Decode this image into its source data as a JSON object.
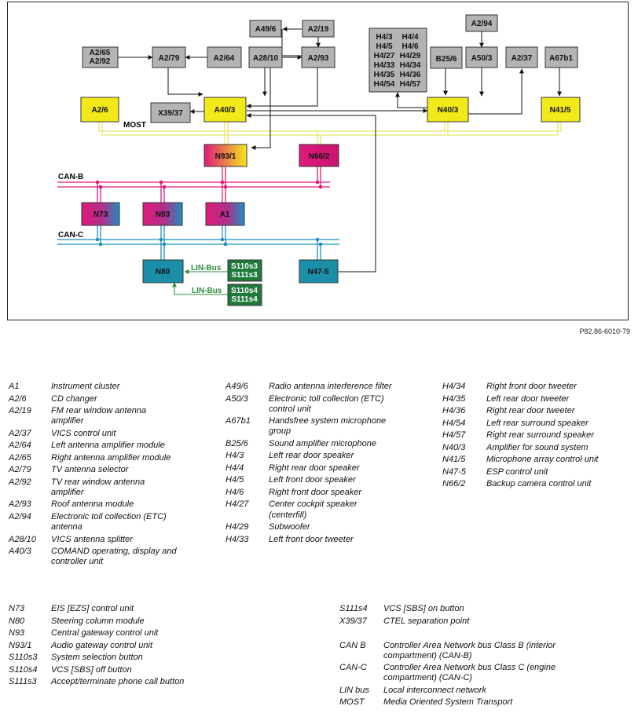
{
  "figure_ref": "P82.86-6010-79",
  "colors": {
    "gray_box": "#b3b3b3",
    "yellow_box": "#f2e81a",
    "magenta": "#e0197a",
    "blue": "#1f8fc0",
    "green_box": "#1f7a3a",
    "teal_box": "#1c8fa8",
    "most_line": "#eeea6a",
    "can_b_line": "#e0197a",
    "can_c_line": "#1f8fc0",
    "lin_line": "#2e8b3a"
  },
  "diagram": {
    "nodes": {
      "A49_6": "A49/6",
      "A2_19": "A2/19",
      "A2_65": "A2/65",
      "A2_92": "A2/92",
      "A2_79": "A2/79",
      "A2_64": "A2/64",
      "A28_10": "A28/10",
      "A2_93": "A2/93",
      "A2_94": "A2/94",
      "H_group": [
        "H4/3",
        "H4/4",
        "H4/5",
        "H4/6",
        "H4/27",
        "H4/29",
        "H4/33",
        "H4/34",
        "H4/35",
        "H4/36",
        "H4/54",
        "H4/57"
      ],
      "B25_6": "B25/6",
      "A50_3": "A50/3",
      "A2_37": "A2/37",
      "A67b1": "A67b1",
      "A2_6": "A2/6",
      "X39_37": "X39/37",
      "A40_3": "A40/3",
      "N40_3": "N40/3",
      "N41_5": "N41/5",
      "N93_1": "N93/1",
      "N66_2": "N66/2",
      "N73": "N73",
      "N93": "N93",
      "A1": "A1",
      "N80": "N80",
      "S110s3_S111s3": [
        "S110s3",
        "S111s3"
      ],
      "S110s4_S111s4": [
        "S110s4",
        "S111s4"
      ],
      "N47_5": "N47-5"
    },
    "labels": {
      "most": "MOST",
      "can_b": "CAN-B",
      "can_c": "CAN-C",
      "lin_bus_1": "LIN-Bus",
      "lin_bus_2": "LIN-Bus"
    }
  },
  "legend": {
    "col1": [
      {
        "code": "A1",
        "desc": [
          "Instrument cluster"
        ]
      },
      {
        "code": "A2/6",
        "desc": [
          "CD changer"
        ]
      },
      {
        "code": "A2/19",
        "desc": [
          "FM rear window antenna",
          "amplifier"
        ]
      },
      {
        "code": "A2/37",
        "desc": [
          "VICS control unit"
        ]
      },
      {
        "code": "A2/64",
        "desc": [
          "Left antenna amplifier module"
        ]
      },
      {
        "code": "A2/65",
        "desc": [
          "Right antenna amplifier module"
        ]
      },
      {
        "code": "A2/79",
        "desc": [
          "TV antenna selector"
        ]
      },
      {
        "code": "A2/92",
        "desc": [
          "TV rear window antenna",
          "amplifier"
        ]
      },
      {
        "code": "A2/93",
        "desc": [
          "Roof antenna module"
        ]
      },
      {
        "code": "A2/94",
        "desc": [
          "Electronic toll collection (ETC)",
          "antenna"
        ]
      },
      {
        "code": "A28/10",
        "desc": [
          "VICS antenna splitter"
        ]
      },
      {
        "code": "A40/3",
        "desc": [
          "COMAND operating, display and",
          "controller unit"
        ]
      }
    ],
    "col2": [
      {
        "code": "A49/6",
        "desc": [
          "Radio antenna interference filter"
        ]
      },
      {
        "code": "A50/3",
        "desc": [
          "Electronic toll collection (ETC)",
          "control unit"
        ]
      },
      {
        "code": "A67b1",
        "desc": [
          "Handsfree system microphone",
          "group"
        ]
      },
      {
        "code": "B25/6",
        "desc": [
          "Sound amplifier microphone"
        ]
      },
      {
        "code": "H4/3",
        "desc": [
          "Left rear door speaker"
        ]
      },
      {
        "code": "H4/4",
        "desc": [
          "Right rear door speaker"
        ]
      },
      {
        "code": "H4/5",
        "desc": [
          "Left front door speaker"
        ]
      },
      {
        "code": "H4/6",
        "desc": [
          "Right front door speaker"
        ]
      },
      {
        "code": "H4/27",
        "desc": [
          "Center cockpit speaker",
          "(centerfill)"
        ]
      },
      {
        "code": "H4/29",
        "desc": [
          "Subwoofer"
        ]
      },
      {
        "code": "H4/33",
        "desc": [
          "Left front door tweeter"
        ]
      }
    ],
    "col3": [
      {
        "code": "H4/34",
        "desc": [
          "Right front door tweeter"
        ]
      },
      {
        "code": "H4/35",
        "desc": [
          "Left rear door tweeter"
        ]
      },
      {
        "code": "H4/36",
        "desc": [
          "Right rear door tweeter"
        ]
      },
      {
        "code": "H4/54",
        "desc": [
          "Left rear surround speaker"
        ]
      },
      {
        "code": "H4/57",
        "desc": [
          "Right rear surround speaker"
        ]
      },
      {
        "code": "N40/3",
        "desc": [
          "Amplifier for sound system"
        ]
      },
      {
        "code": "N41/5",
        "desc": [
          "Microphone array control unit"
        ]
      },
      {
        "code": "N47-5",
        "desc": [
          "ESP control unit"
        ]
      },
      {
        "code": "N66/2",
        "desc": [
          "Backup camera control unit"
        ]
      }
    ],
    "col4": [
      {
        "code": "N73",
        "desc": [
          "EIS [EZS] control unit"
        ]
      },
      {
        "code": "N80",
        "desc": [
          "Steering column module"
        ]
      },
      {
        "code": "N93",
        "desc": [
          "Central gateway control unit"
        ]
      },
      {
        "code": "N93/1",
        "desc": [
          "Audio gateway control unit"
        ]
      },
      {
        "code": "S110s3",
        "desc": [
          "System selection button"
        ]
      },
      {
        "code": "S110s4",
        "desc": [
          "VCS [SBS] off button"
        ]
      },
      {
        "code": "S111s3",
        "desc": [
          "Accept/terminate phone call button"
        ]
      }
    ],
    "col5": [
      {
        "code": "S111s4",
        "desc": [
          "VCS [SBS] on button"
        ]
      },
      {
        "code": "X39/37",
        "desc": [
          "CTEL separation point"
        ]
      },
      {
        "code": "",
        "desc": [
          ""
        ]
      },
      {
        "code": "CAN B",
        "desc": [
          "Controller Area Network bus Class B (interior",
          "compartment) (CAN-B)"
        ]
      },
      {
        "code": "CAN-C",
        "desc": [
          "Controller Area Network bus Class C (engine",
          "compartment) (CAN-C)"
        ]
      },
      {
        "code": "LIN bus",
        "desc": [
          "Local interconnect network"
        ]
      },
      {
        "code": "MOST",
        "desc": [
          "Media Oriented System Transport"
        ]
      }
    ]
  }
}
